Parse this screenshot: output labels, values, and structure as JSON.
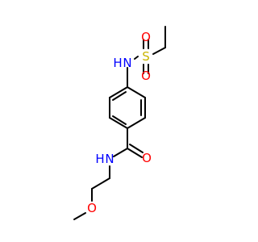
{
  "molecule": {
    "atoms": {
      "s": {
        "symbol": "S",
        "color": "#c8b400"
      },
      "o1": {
        "symbol": "O",
        "color": "#ff0000"
      },
      "o2": {
        "symbol": "O",
        "color": "#ff0000"
      },
      "n1": {
        "symbol": "N",
        "prefix": "H",
        "color": "#0000ff"
      },
      "n2": {
        "symbol": "N",
        "suffix": "H",
        "color": "#0000ff"
      },
      "o3": {
        "symbol": "O",
        "color": "#ff0000"
      },
      "o4": {
        "symbol": "O",
        "color": "#ff0000"
      }
    }
  }
}
